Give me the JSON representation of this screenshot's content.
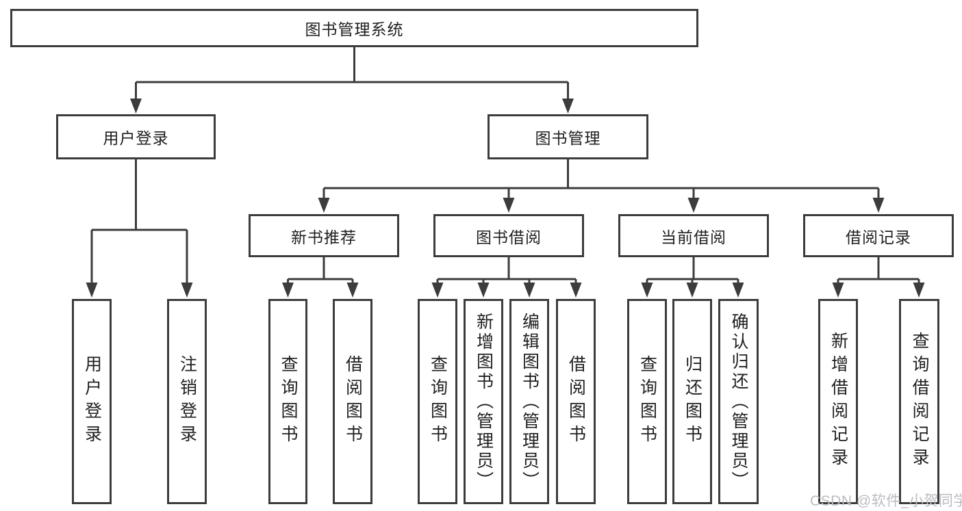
{
  "diagram": {
    "root": {
      "label": "图书管理系统"
    },
    "branches": [
      {
        "label": "用户登录",
        "children": [
          {
            "label": "用户登录"
          },
          {
            "label": "注销登录"
          }
        ]
      },
      {
        "label": "图书管理",
        "children": [
          {
            "label": "新书推荐",
            "children": [
              {
                "label": "查询图书"
              },
              {
                "label": "借阅图书"
              }
            ]
          },
          {
            "label": "图书借阅",
            "children": [
              {
                "label": "查询图书"
              },
              {
                "label": "新增图书（管理员）"
              },
              {
                "label": "编辑图书（管理员）"
              },
              {
                "label": "借阅图书"
              }
            ]
          },
          {
            "label": "当前借阅",
            "children": [
              {
                "label": "查询图书"
              },
              {
                "label": "归还图书"
              },
              {
                "label": "确认归还（管理员）"
              }
            ]
          },
          {
            "label": "借阅记录",
            "children": [
              {
                "label": "新增借阅记录"
              },
              {
                "label": "查询借阅记录"
              }
            ]
          }
        ]
      }
    ]
  },
  "watermark": {
    "text": "CSDN @软件_小贺同学"
  },
  "colors": {
    "line": "#3c3c3c",
    "text": "#1f1f1f",
    "background": "#ffffff",
    "watermark": "#bbbcc0"
  }
}
